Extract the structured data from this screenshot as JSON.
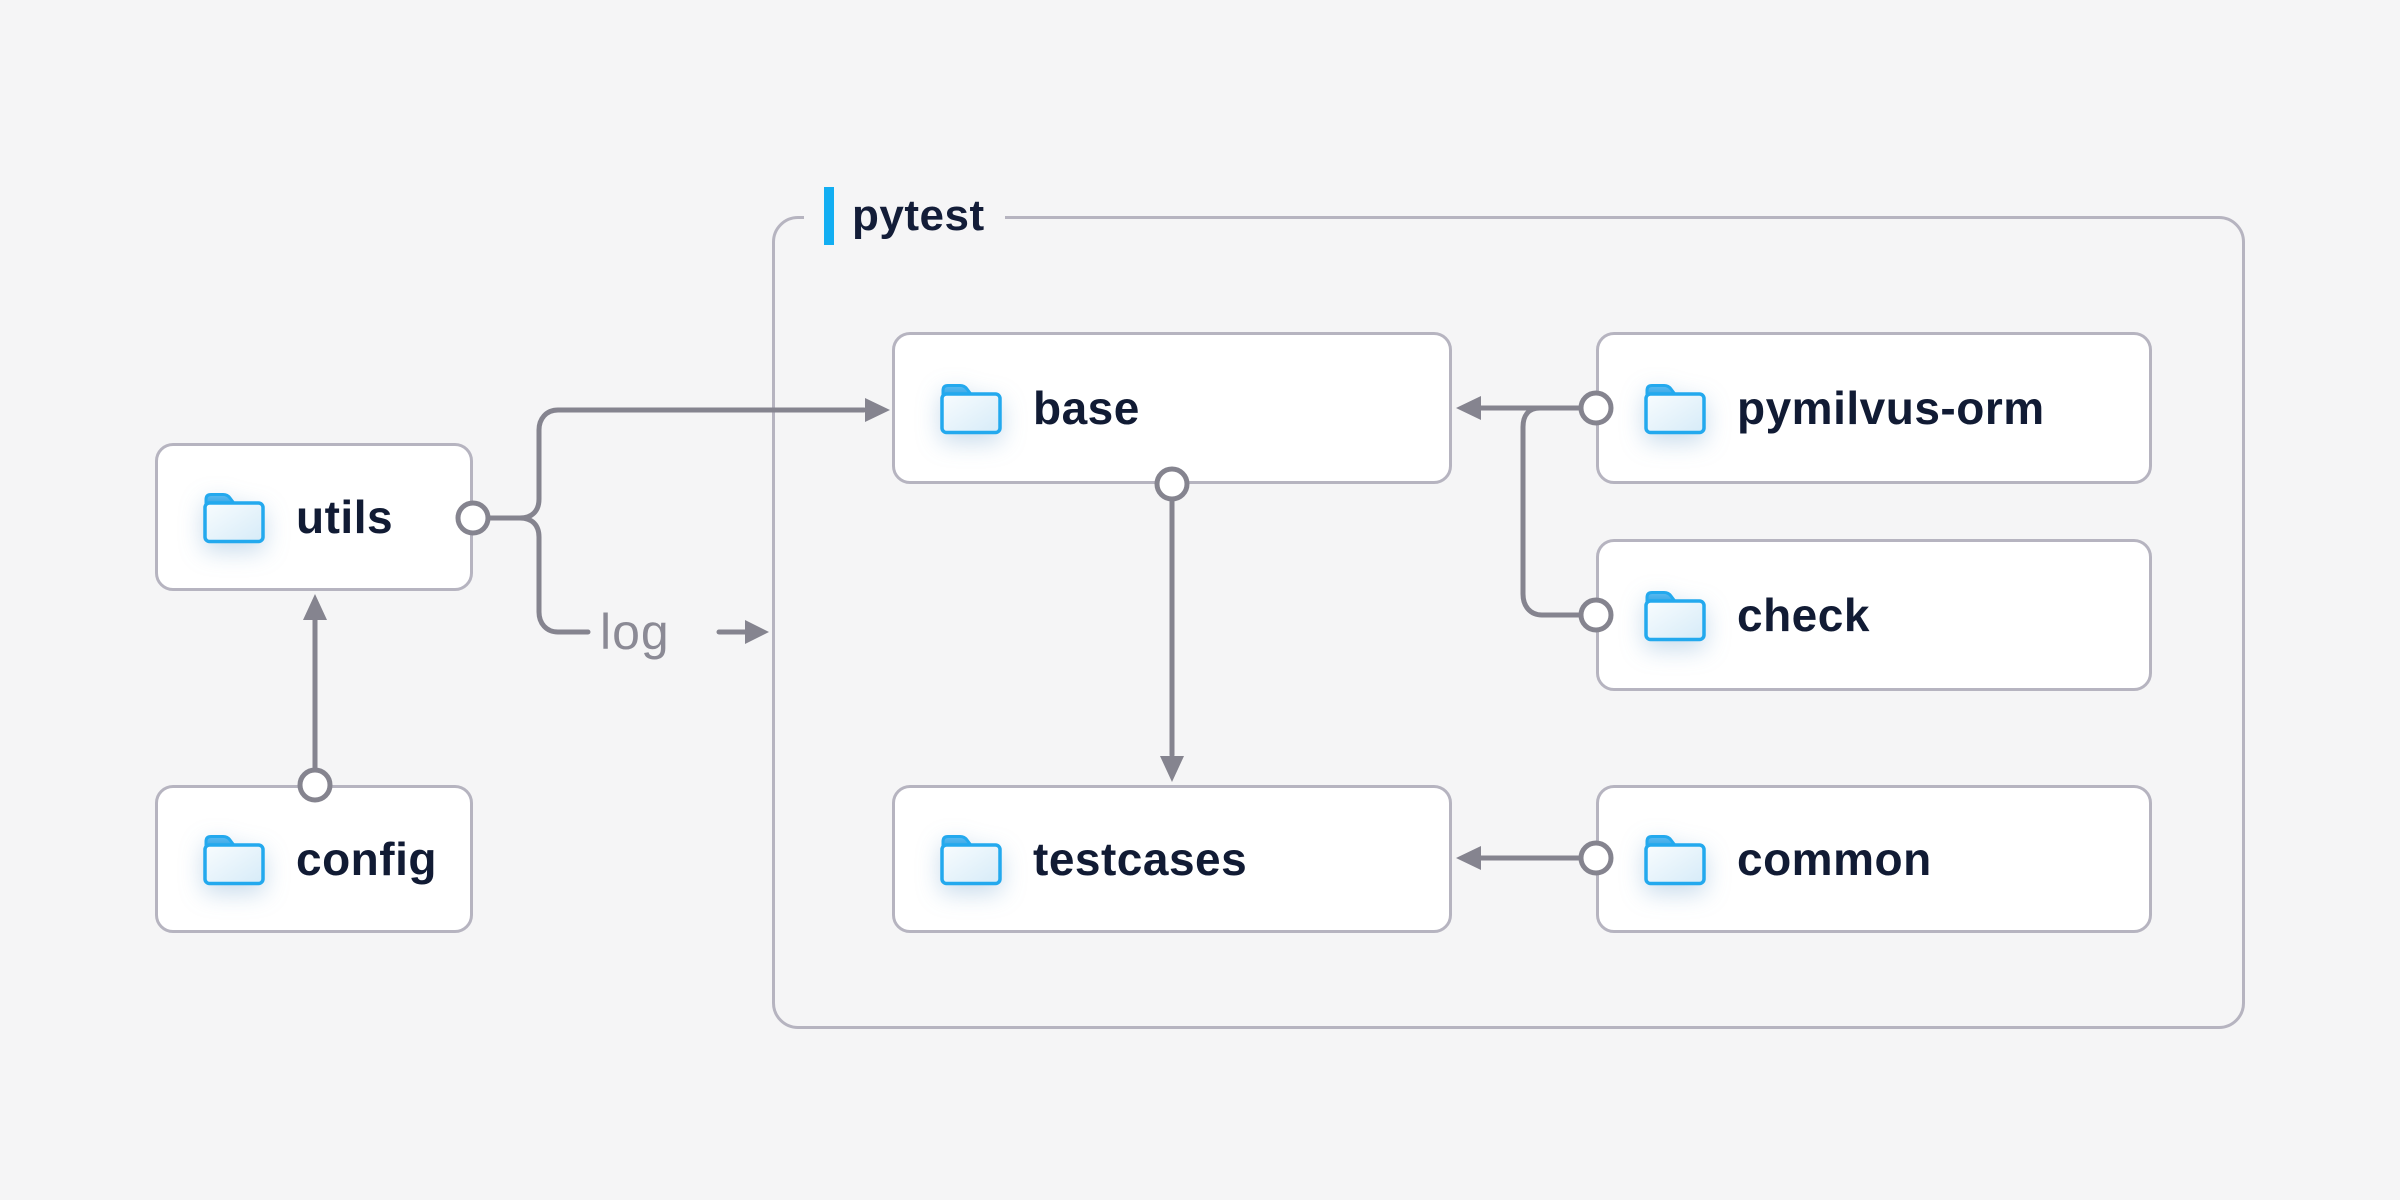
{
  "diagram": {
    "container": {
      "label": "pytest"
    },
    "nodes": {
      "utils": {
        "label": "utils",
        "icon": "folder-icon"
      },
      "config": {
        "label": "config",
        "icon": "folder-icon"
      },
      "base": {
        "label": "base",
        "icon": "folder-icon"
      },
      "pymilvus_orm": {
        "label": "pymilvus-orm",
        "icon": "folder-icon"
      },
      "check": {
        "label": "check",
        "icon": "folder-icon"
      },
      "testcases": {
        "label": "testcases",
        "icon": "folder-icon"
      },
      "common": {
        "label": "common",
        "icon": "folder-icon"
      }
    },
    "edge_label": {
      "text": "log",
      "arrow": "→"
    },
    "edges": [
      {
        "from": "config",
        "to": "utils"
      },
      {
        "from": "utils",
        "to": "base"
      },
      {
        "from": "utils",
        "to": "pytest",
        "label": "log"
      },
      {
        "from": "pymilvus-orm",
        "to": "base"
      },
      {
        "from": "check",
        "to": "base"
      },
      {
        "from": "base",
        "to": "testcases"
      },
      {
        "from": "common",
        "to": "testcases"
      }
    ],
    "colors": {
      "background": "#f5f5f6",
      "box_fill": "#ffffff",
      "box_border": "#b6b4c0",
      "line": "#85848f",
      "label_text": "#111b34",
      "edge_label_text": "#8b8a95",
      "accent_blue": "#12aef2",
      "folder_stroke": "#23a9ee"
    }
  }
}
